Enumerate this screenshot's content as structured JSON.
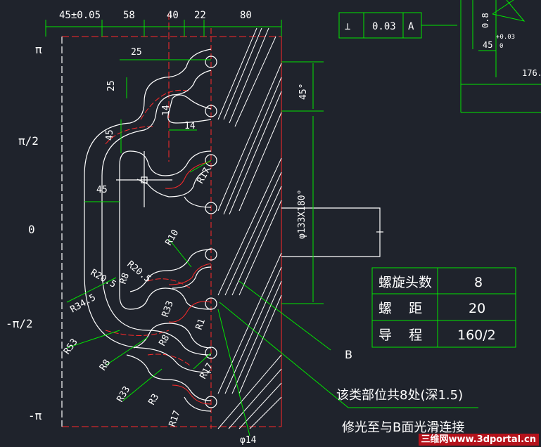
{
  "top_dims": [
    "45±0.05",
    "58",
    "40",
    "22",
    "80"
  ],
  "side_labels": [
    "π",
    "π/2",
    "0",
    "-π/2",
    "-π"
  ],
  "dims": {
    "d25a": "25",
    "d25b": "25",
    "d14a": "14",
    "d14b": "14",
    "d45a": "45",
    "d45b": "45",
    "d45c": "45°",
    "r17a": "R17",
    "r17b": "R17",
    "r10": "R10",
    "r205a": "R20.5",
    "r205b": "R20.5",
    "r345": "R34.5",
    "r53": "R53",
    "r8a": "R8",
    "r8b": "R8",
    "r8c": "R8",
    "r33a": "R33",
    "r33b": "R33",
    "r3": "R3",
    "r17c": "R17",
    "r1": "R1",
    "phi14": "φ14",
    "phi133": "φ133X180°"
  },
  "tolerance_frame": {
    "symbol": "⊥",
    "value": "0.03",
    "datum": "A"
  },
  "top_right": {
    "v08": "0.8",
    "v45": "45",
    "tol": "+0.03",
    "tol2": "0",
    "v176": "176."
  },
  "spec_table": [
    {
      "label": "螺旋头数",
      "value": "8"
    },
    {
      "label": "螺    距",
      "value": "20"
    },
    {
      "label": "导    程",
      "value": "160/2"
    }
  ],
  "callout_b": "B",
  "note1": "该类部位共8处(深1.5)",
  "note2": "修光至与B面光滑连接",
  "watermark": "三维网www.3dportal.cn",
  "colors": {
    "background": "#1f232c",
    "outline": "#ffffff",
    "dimension": "#00ff00",
    "center_line": "#ff2020",
    "leader": "#00ff00"
  }
}
